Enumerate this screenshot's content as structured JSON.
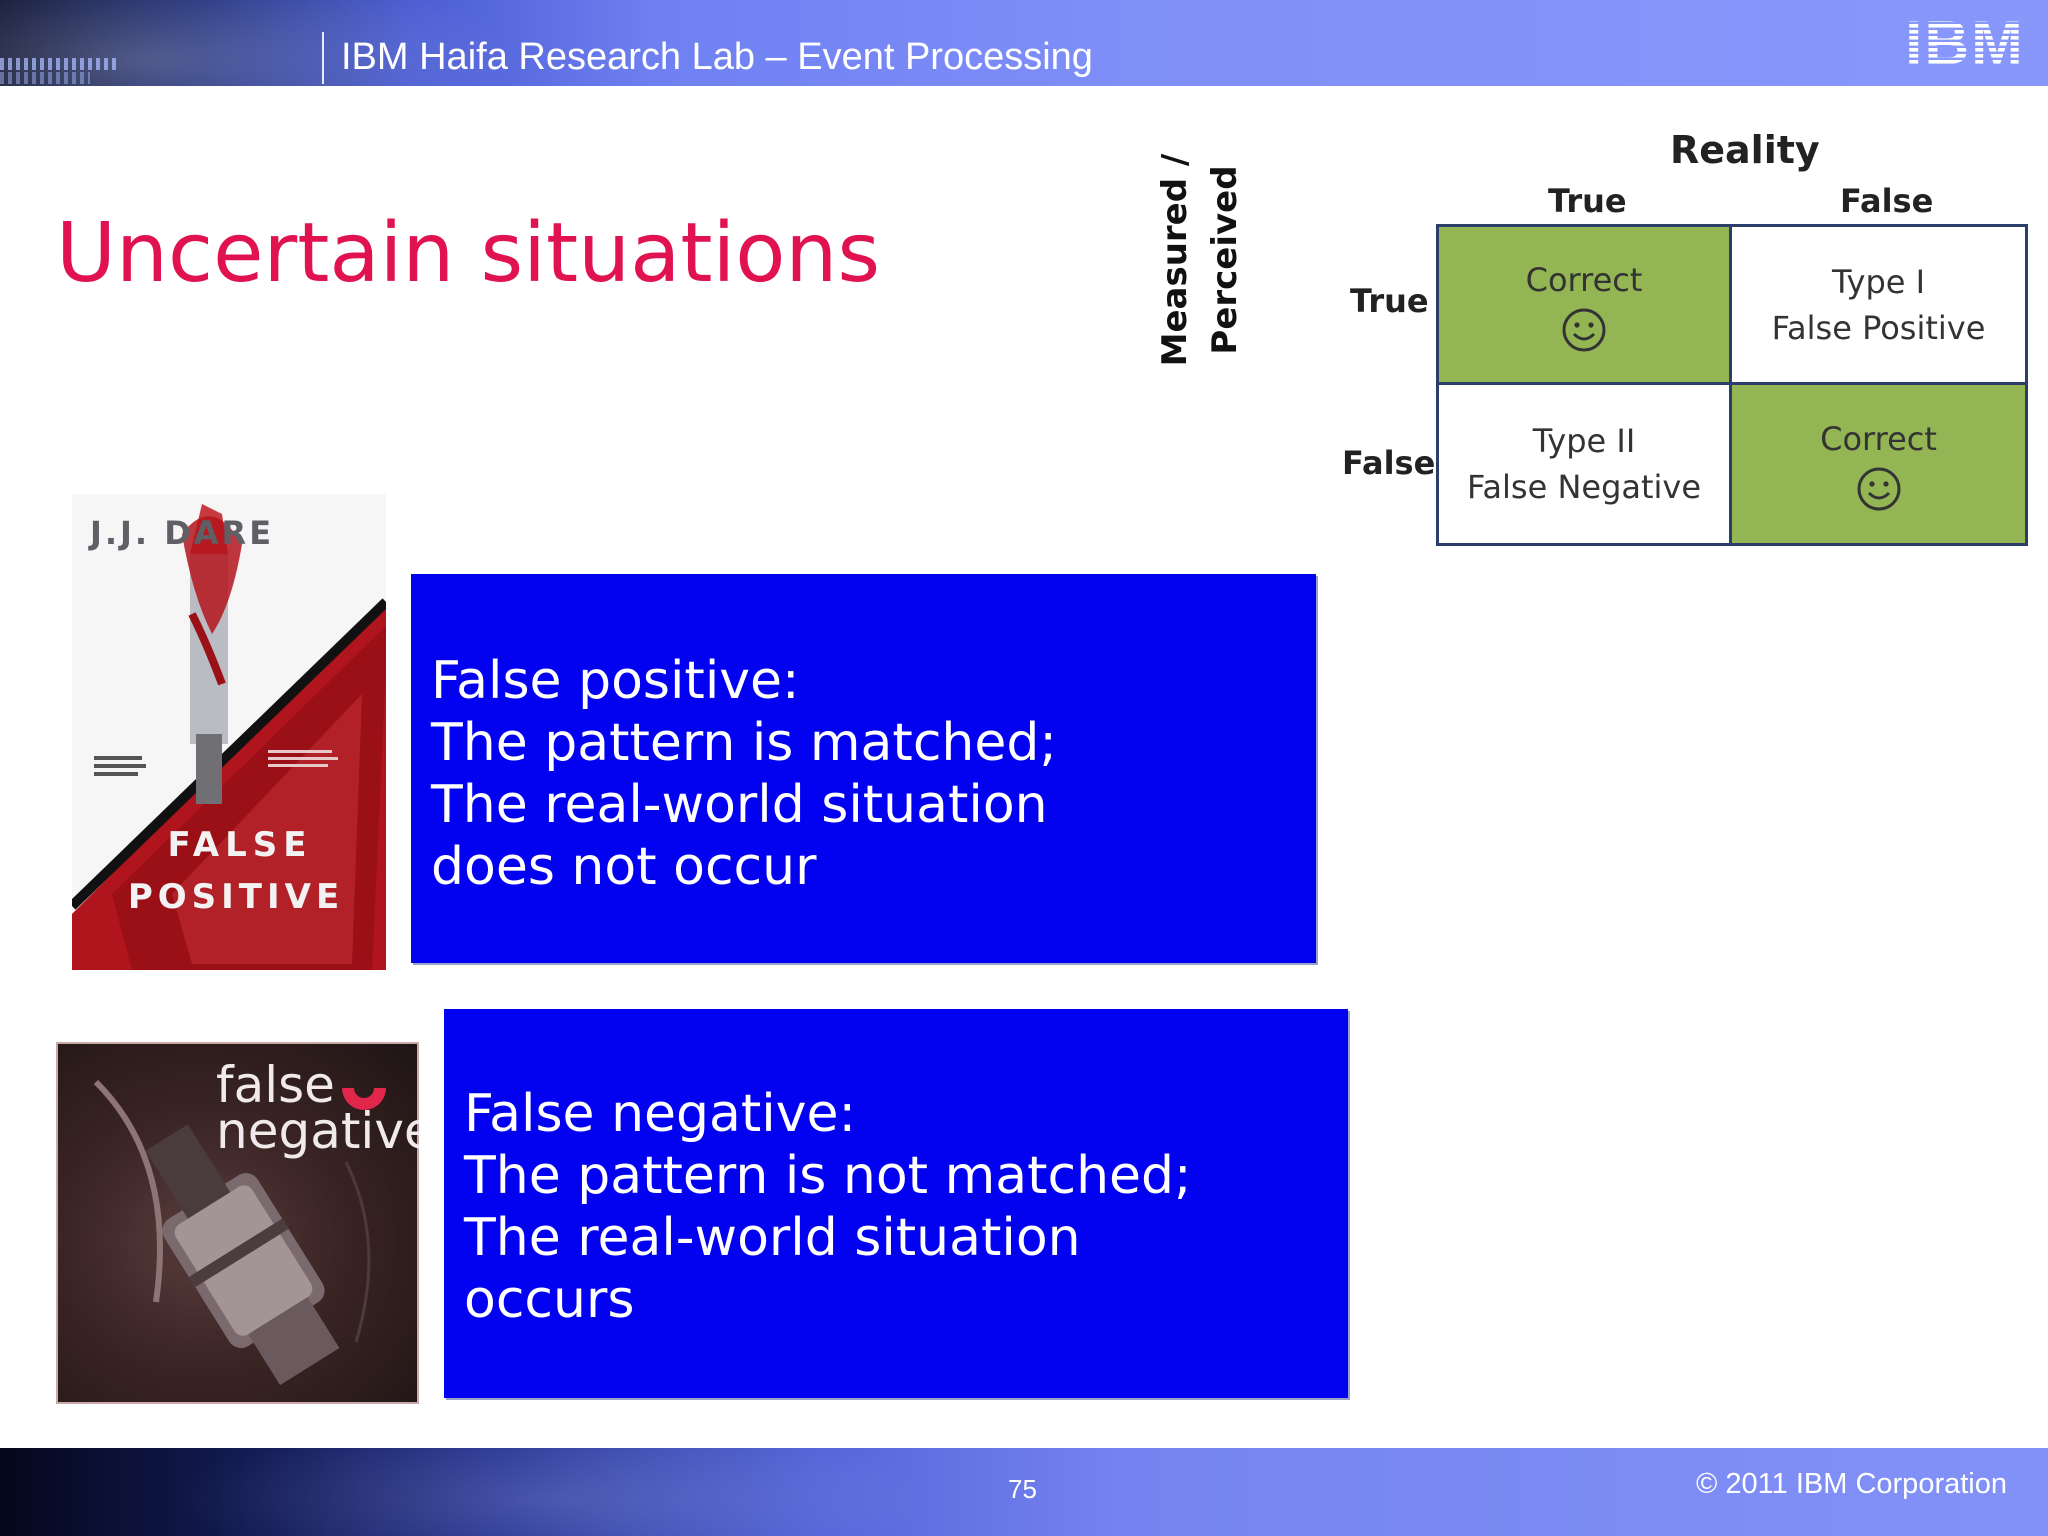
{
  "header": {
    "title": "IBM Haifa Research Lab – Event Processing",
    "logo_text": "IBM"
  },
  "slide": {
    "title": "Uncertain situations"
  },
  "matrix": {
    "reality_label": "Reality",
    "measured_label": "Measured / Perceived",
    "columns": [
      "True",
      "False"
    ],
    "rows": [
      "True",
      "False"
    ],
    "cells": [
      {
        "line1": "Correct",
        "line2": "",
        "smiley": true,
        "color": "#93b553"
      },
      {
        "line1": "Type I",
        "line2": "False Positive",
        "smiley": false,
        "color": "#ffffff"
      },
      {
        "line1": "Type II",
        "line2": "False Negative",
        "smiley": false,
        "color": "#ffffff"
      },
      {
        "line1": "Correct",
        "line2": "",
        "smiley": true,
        "color": "#93b553"
      }
    ]
  },
  "covers": {
    "false_positive": {
      "author": "J.J. DARE",
      "line1": "FALSE",
      "line2": "POSITIVE"
    },
    "false_negative": {
      "line1": "false",
      "line2": "negative"
    }
  },
  "boxes": {
    "false_positive": [
      "False positive:",
      "The pattern is matched;",
      "The real-world situation",
      "does not occur"
    ],
    "false_negative": [
      "False negative:",
      "The pattern is not matched;",
      "The real-world situation",
      "occurs"
    ]
  },
  "footer": {
    "page_number": "75",
    "copyright": "© 2011 IBM Corporation"
  },
  "colors": {
    "title": "#e0124f",
    "box_blue": "#0202f0",
    "matrix_green": "#93b553"
  }
}
